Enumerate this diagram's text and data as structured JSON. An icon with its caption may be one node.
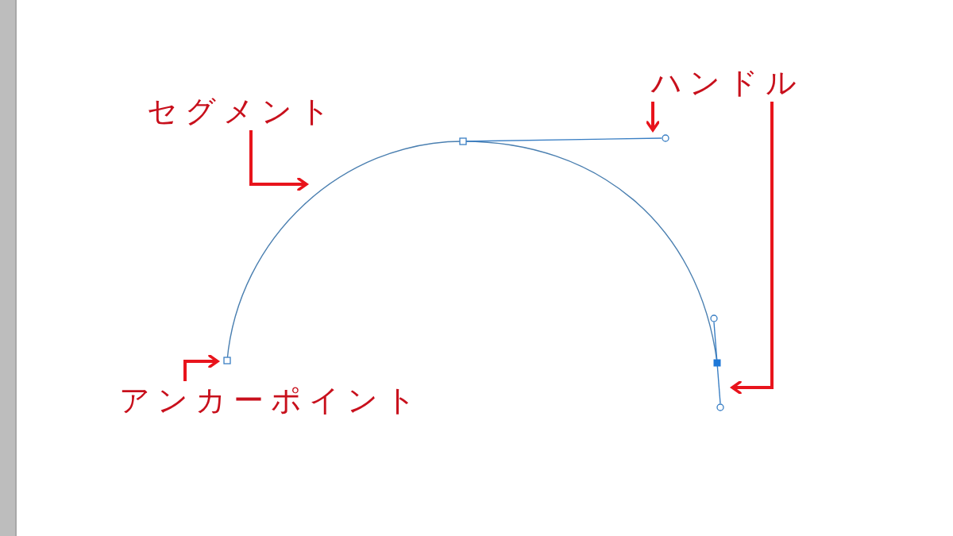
{
  "diagram": {
    "nodes": [
      {
        "text": [
          "セグメント"
        ]
      },
      {
        "text": [
          "ハンドル"
        ]
      },
      {
        "text": [
          "アンカーポイント"
        ]
      },
      {
        "text": [],
        "shape": "circle"
      },
      {
        "text": [],
        "shape": "box"
      }
    ],
    "edges": [
      {
        "from": 0,
        "to": null,
        "arrow": "to"
      },
      {
        "from": 1,
        "to": 3,
        "arrow": "to"
      },
      {
        "from": 1,
        "to": null,
        "arrow": "to"
      },
      {
        "from": 2,
        "to": 4,
        "arrow": "to"
      }
    ]
  }
}
